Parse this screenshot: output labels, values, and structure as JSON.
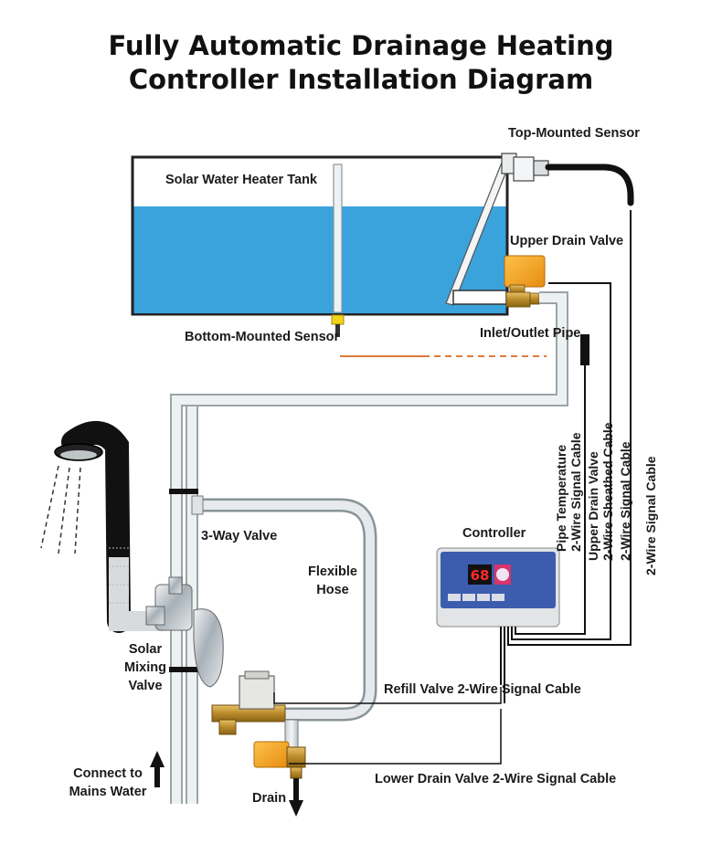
{
  "title": {
    "line1": "Fully Automatic Drainage Heating",
    "line2": "Controller Installation Diagram"
  },
  "labels": {
    "top_sensor": "Top-Mounted Sensor",
    "tank": "Solar Water Heater Tank",
    "upper_drain_valve": "Upper Drain Valve",
    "bottom_sensor": "Bottom-Mounted Sensor",
    "inlet_outlet_pipe": "Inlet/Outlet Pipe",
    "three_way_valve": "3-Way Valve",
    "flexible_hose": "Flexible\nHose",
    "controller": "Controller",
    "solar_mixing_valve": "Solar\nMixing\nValve",
    "refill_cable": "Refill Valve 2-Wire Signal Cable",
    "lower_drain_cable": "Lower Drain Valve 2-Wire Signal Cable",
    "connect_mains": "Connect to\nMains Water",
    "drain": "Drain"
  },
  "vertical_labels": {
    "pipe_temp_1": "Pipe Temperature",
    "pipe_temp_2": "2-Wire Signal Cable",
    "upper_drain_1": "Upper Drain Valve",
    "upper_drain_2": "2-Wire Sheathed Cable",
    "signal_cable_a": "2-Wire Signal Cable",
    "signal_cable_b": "2-Wire Signal Cable"
  },
  "controller_display": {
    "digits": "68"
  },
  "colors": {
    "water": "#3aa3dc",
    "valve_orange": "#f0a020",
    "pipe_fill": "#e8ecee",
    "pipe_edge": "#9aa3a8",
    "controller_blue": "#3c5cae",
    "sensor_yellow": "#f2d21b",
    "sensor_wire": "#e07a3c"
  }
}
